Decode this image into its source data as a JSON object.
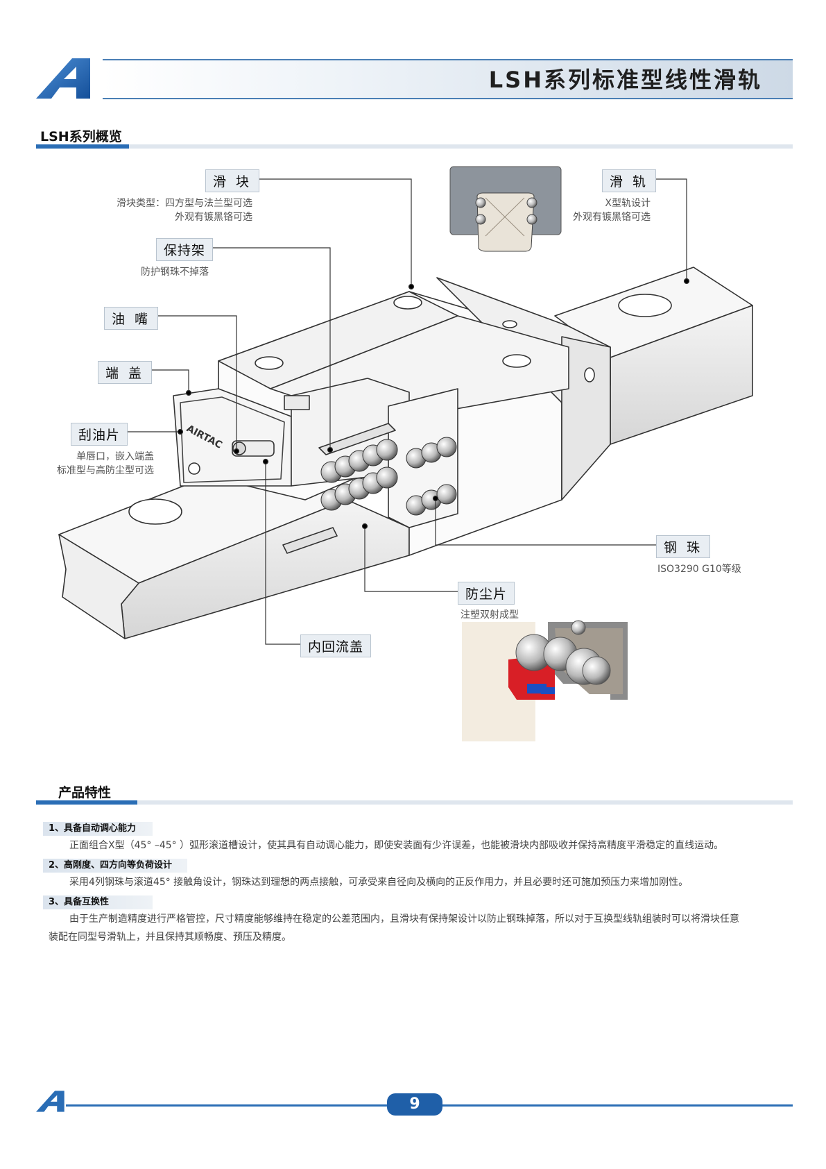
{
  "header": {
    "title": "LSH系列标准型线性滑轨"
  },
  "overview": {
    "title": "LSH系列概览"
  },
  "diagram": {
    "slider": {
      "label": "滑 块",
      "desc1": "滑块类型：四方型与法兰型可选",
      "desc2": "外观有镀黑铬可选"
    },
    "rail": {
      "label": "滑 轨",
      "desc1": "X型轨设计",
      "desc2": "外观有镀黑铬可选"
    },
    "retainer": {
      "label": "保持架",
      "desc1": "防护钢珠不掉落"
    },
    "grease": {
      "label": "油 嘴"
    },
    "endcap": {
      "label": "端 盖"
    },
    "scraper": {
      "label": "刮油片",
      "desc1": "单唇口，嵌入端盖",
      "desc2": "标准型与高防尘型可选"
    },
    "balls": {
      "label": "钢 珠",
      "desc1": "ISO3290 G10等级"
    },
    "dustseal": {
      "label": "防尘片",
      "desc1": "注塑双射成型"
    },
    "recirc": {
      "label": "内回流盖"
    },
    "brand": "AIRTAC"
  },
  "features": {
    "title": "产品特性",
    "items": [
      {
        "heading": "1、具备自动调心能力",
        "text": "正面组合X型（45° –45° ）弧形滚道槽设计，使其具有自动调心能力，即使安装面有少许误差，也能被滑块内部吸收并保持高精度平滑稳定的直线运动。"
      },
      {
        "heading": "2、高刚度、四方向等负荷设计",
        "text": "采用4列钢珠与滚道45° 接触角设计，钢珠达到理想的两点接触，可承受来自径向及横向的正反作用力，并且必要时还可施加预压力来增加刚性。"
      },
      {
        "heading": "3、具备互换性",
        "text1": "由于生产制造精度进行严格管控，尺寸精度能够维持在稳定的公差范围内，且滑块有保持架设计以防止钢珠掉落，所以对于互换型线轨组装时可以将滑块任意",
        "text2": "装配在同型号滑轨上，并且保持其顺畅度、预压及精度。"
      }
    ]
  },
  "footer": {
    "page": "9"
  },
  "colors": {
    "brand_blue": "#2a6db5",
    "dark_blue": "#1f5fa8",
    "label_bg": "#e9eef3"
  }
}
